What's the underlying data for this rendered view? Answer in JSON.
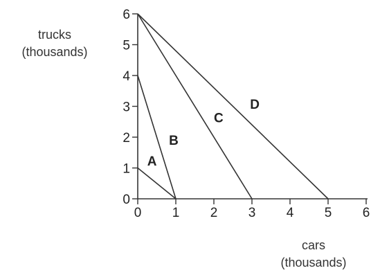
{
  "chart_data": {
    "type": "line",
    "title": "",
    "xlabel": [
      "cars",
      "(thousands)"
    ],
    "ylabel": [
      "trucks",
      "(thousands)"
    ],
    "xlim": [
      0,
      6
    ],
    "ylim": [
      0,
      6
    ],
    "x_ticks": [
      "0",
      "1",
      "2",
      "3",
      "4",
      "5",
      "6"
    ],
    "y_ticks": [
      "0",
      "1",
      "2",
      "3",
      "4",
      "5",
      "6"
    ],
    "grid": false,
    "legend": "none",
    "series": [
      {
        "name": "A",
        "points": [
          [
            0,
            1
          ],
          [
            1,
            0
          ]
        ]
      },
      {
        "name": "B",
        "points": [
          [
            0,
            4
          ],
          [
            1,
            0
          ]
        ]
      },
      {
        "name": "C",
        "points": [
          [
            0,
            6
          ],
          [
            3,
            0
          ]
        ]
      },
      {
        "name": "D",
        "points": [
          [
            0,
            6
          ],
          [
            5,
            0
          ]
        ]
      }
    ],
    "colors": {
      "line": "#333333",
      "axis": "#333333"
    }
  }
}
